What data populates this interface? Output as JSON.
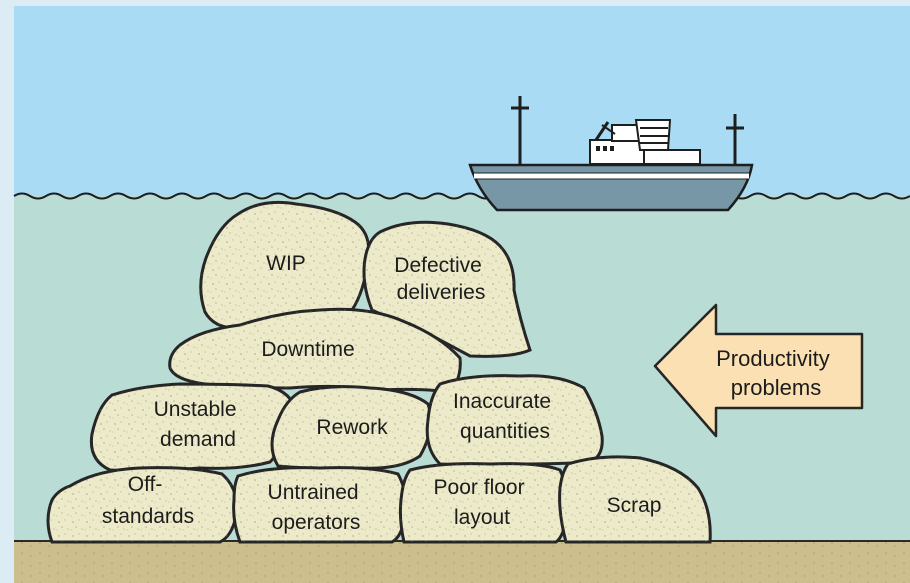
{
  "colors": {
    "sky": "#a9dcf4",
    "water": "#b9dcd4",
    "ground": "#cdbf8d",
    "frame": "#dcecf4",
    "rock_fill": "#eceac9",
    "rock_stroke": "#262626",
    "arrow_fill": "#fbe0b3",
    "ship_hull": "#7797a6"
  },
  "rocks": [
    {
      "id": "wip",
      "lines": [
        "WIP"
      ]
    },
    {
      "id": "defective-deliveries",
      "lines": [
        "Defective",
        "deliveries"
      ]
    },
    {
      "id": "downtime",
      "lines": [
        "Downtime"
      ]
    },
    {
      "id": "unstable-demand",
      "lines": [
        "Unstable",
        "demand"
      ]
    },
    {
      "id": "rework",
      "lines": [
        "Rework"
      ]
    },
    {
      "id": "inaccurate-quantities",
      "lines": [
        "Inaccurate",
        "quantities"
      ]
    },
    {
      "id": "off-standards",
      "lines": [
        "Off-",
        "standards"
      ]
    },
    {
      "id": "untrained-operators",
      "lines": [
        "Untrained",
        "operators"
      ]
    },
    {
      "id": "poor-floor-layout",
      "lines": [
        "Poor floor",
        "layout"
      ]
    },
    {
      "id": "scrap",
      "lines": [
        "Scrap"
      ]
    }
  ],
  "arrow": {
    "lines": [
      "Productivity",
      "problems"
    ]
  },
  "ship": {
    "icon": "ship-icon"
  }
}
